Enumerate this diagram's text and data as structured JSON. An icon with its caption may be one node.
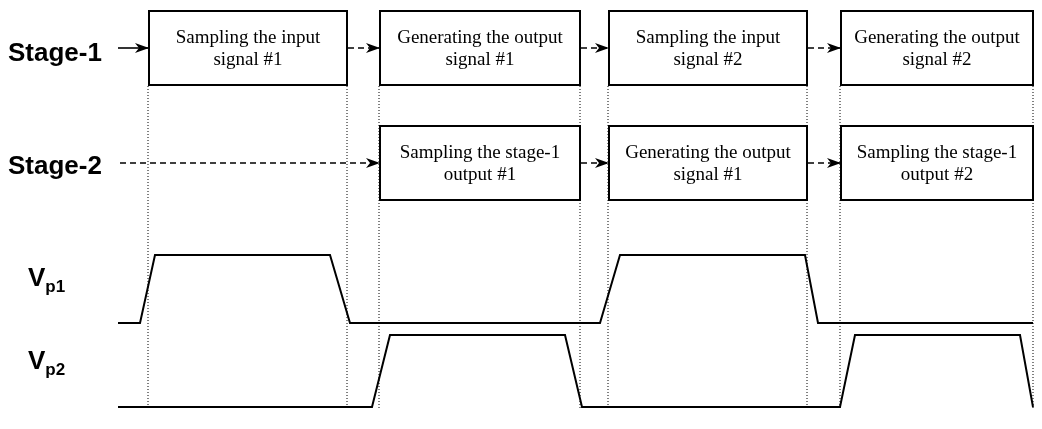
{
  "diagram": {
    "nodes": [
      {
        "text": [
          "Stage-1"
        ]
      },
      {
        "text": [
          "Sampling the input signal #1"
        ]
      },
      {
        "text": [
          "Generating the output signal #1"
        ]
      },
      {
        "text": [
          "Sampling the input signal #2"
        ]
      },
      {
        "text": [
          "Generating the output signal #2"
        ]
      },
      {
        "text": [
          "Stage-2"
        ]
      },
      {
        "text": [
          "Sampling the stage-1 output #1"
        ]
      },
      {
        "text": [
          "Generating the output signal #1"
        ]
      },
      {
        "text": [
          "Sampling the stage-1 output #2"
        ]
      }
    ],
    "edges": [
      {
        "from": 0,
        "to": 1,
        "arrow": "to"
      },
      {
        "from": 1,
        "to": 2,
        "arrow": "to",
        "style": "dashed"
      },
      {
        "from": 2,
        "to": 3,
        "arrow": "to",
        "style": "dashed"
      },
      {
        "from": 3,
        "to": 4,
        "arrow": "to",
        "style": "dashed"
      },
      {
        "from": 5,
        "to": 6,
        "arrow": "to",
        "style": "dashed"
      },
      {
        "from": 6,
        "to": 7,
        "arrow": "to",
        "style": "dashed"
      },
      {
        "from": 7,
        "to": 8,
        "arrow": "to",
        "style": "dashed"
      }
    ],
    "labels": [
      "V$_{p1}$",
      "V$_{p2}$"
    ]
  }
}
